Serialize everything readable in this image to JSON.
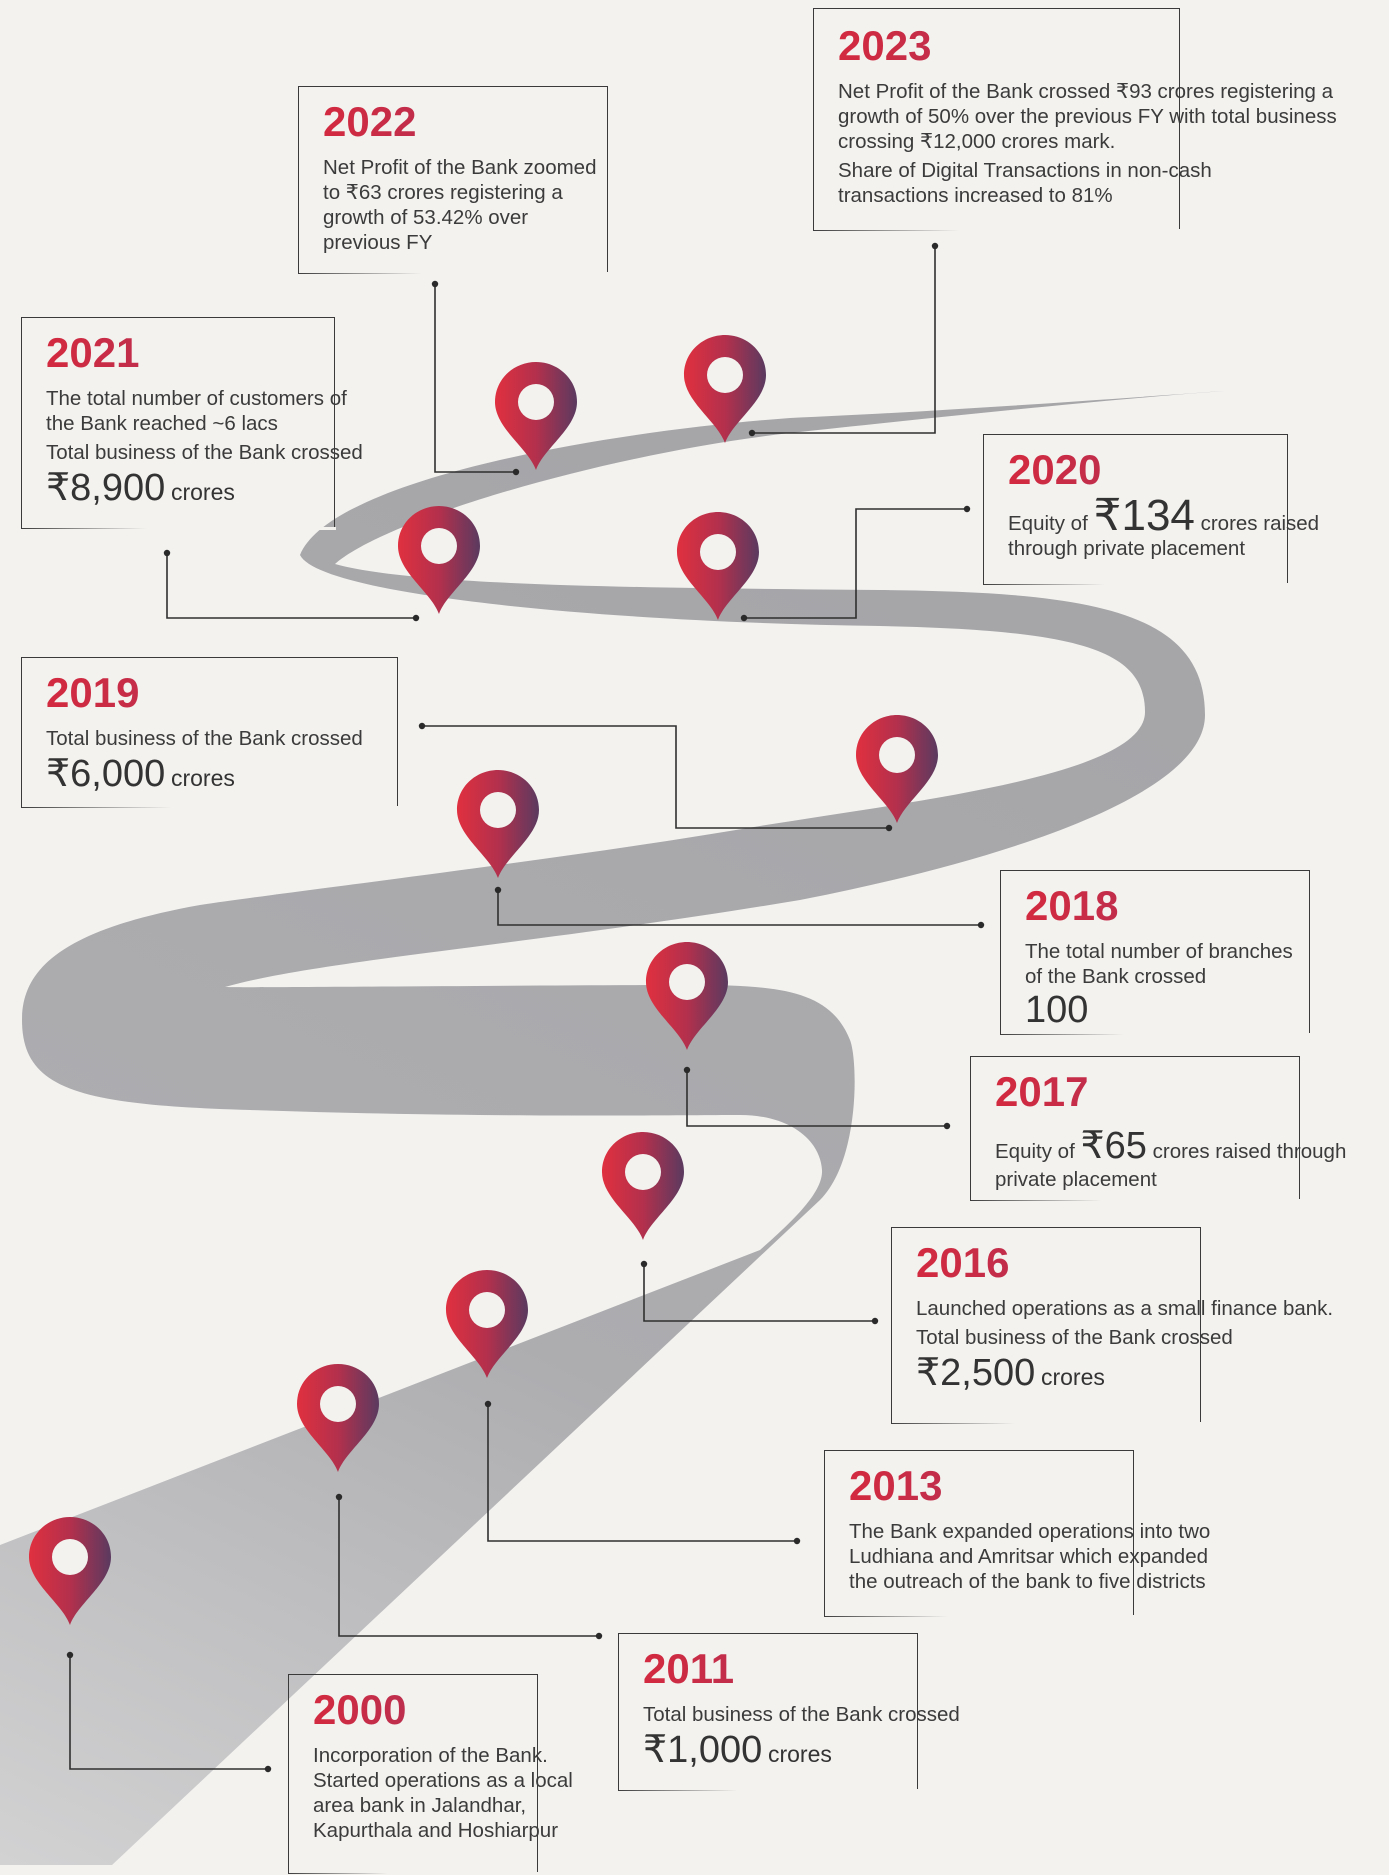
{
  "colors": {
    "background": "#f3f2ef",
    "road": "#aeaeb1",
    "pin_start": "#e0303f",
    "pin_end": "#5b3a60",
    "year_start": "#d32a3f",
    "year_end": "#8a3a5a"
  },
  "icons": {
    "pin": "map-pin-icon"
  },
  "milestones": {
    "y2023": {
      "year": "2023",
      "line1": "Net Profit of the Bank crossed ₹93 crores registering a growth of 50% over the previous FY with total business crossing ₹12,000 crores mark.",
      "line2": "Share of Digital Transactions in non-cash transactions increased to 81%"
    },
    "y2022": {
      "year": "2022",
      "line1": "Net Profit of the Bank zoomed to ₹63 crores registering a growth of 53.42% over previous FY"
    },
    "y2021": {
      "year": "2021",
      "line1": "The total number of customers of the Bank reached ~6 lacs",
      "line2": "Total business of the Bank crossed",
      "amount": "₹8,900",
      "unit": "crores"
    },
    "y2020": {
      "year": "2020",
      "prefix": "Equity of",
      "amount": "₹134",
      "suffix": "crores raised",
      "line2": "through private placement"
    },
    "y2019": {
      "year": "2019",
      "line1": "Total business of the Bank crossed",
      "amount": "₹6,000",
      "unit": "crores"
    },
    "y2018": {
      "year": "2018",
      "line1": "The total number of branches of the Bank crossed",
      "amount": "100"
    },
    "y2017": {
      "year": "2017",
      "prefix": "Equity of",
      "amount": "₹65",
      "suffix": "crores raised through",
      "line2": "private placement"
    },
    "y2016": {
      "year": "2016",
      "line1": "Launched operations as a small finance bank.",
      "line2": "Total business of the Bank crossed",
      "amount": "₹2,500",
      "unit": "crores"
    },
    "y2013": {
      "year": "2013",
      "line1": "The Bank expanded operations into two Ludhiana and Amritsar which expanded the outreach of the bank to five districts"
    },
    "y2011": {
      "year": "2011",
      "line1": "Total business of the Bank crossed",
      "amount": "₹1,000",
      "unit": "crores"
    },
    "y2000": {
      "year": "2000",
      "line1": "Incorporation of the Bank. Started operations as a local area bank in Jalandhar, Kapurthala and Hoshiarpur"
    }
  }
}
